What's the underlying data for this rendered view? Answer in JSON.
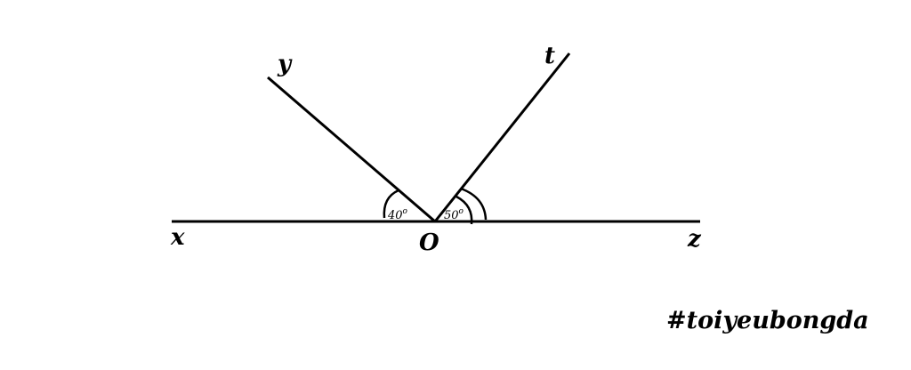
{
  "diagram": {
    "points": {
      "x": "x",
      "y": "y",
      "t": "t",
      "z": "z",
      "o": "O"
    },
    "angles": {
      "xOy": "40",
      "tOz": "50",
      "degree_mark": "o"
    },
    "hashtag": "#toiyeubongda"
  }
}
